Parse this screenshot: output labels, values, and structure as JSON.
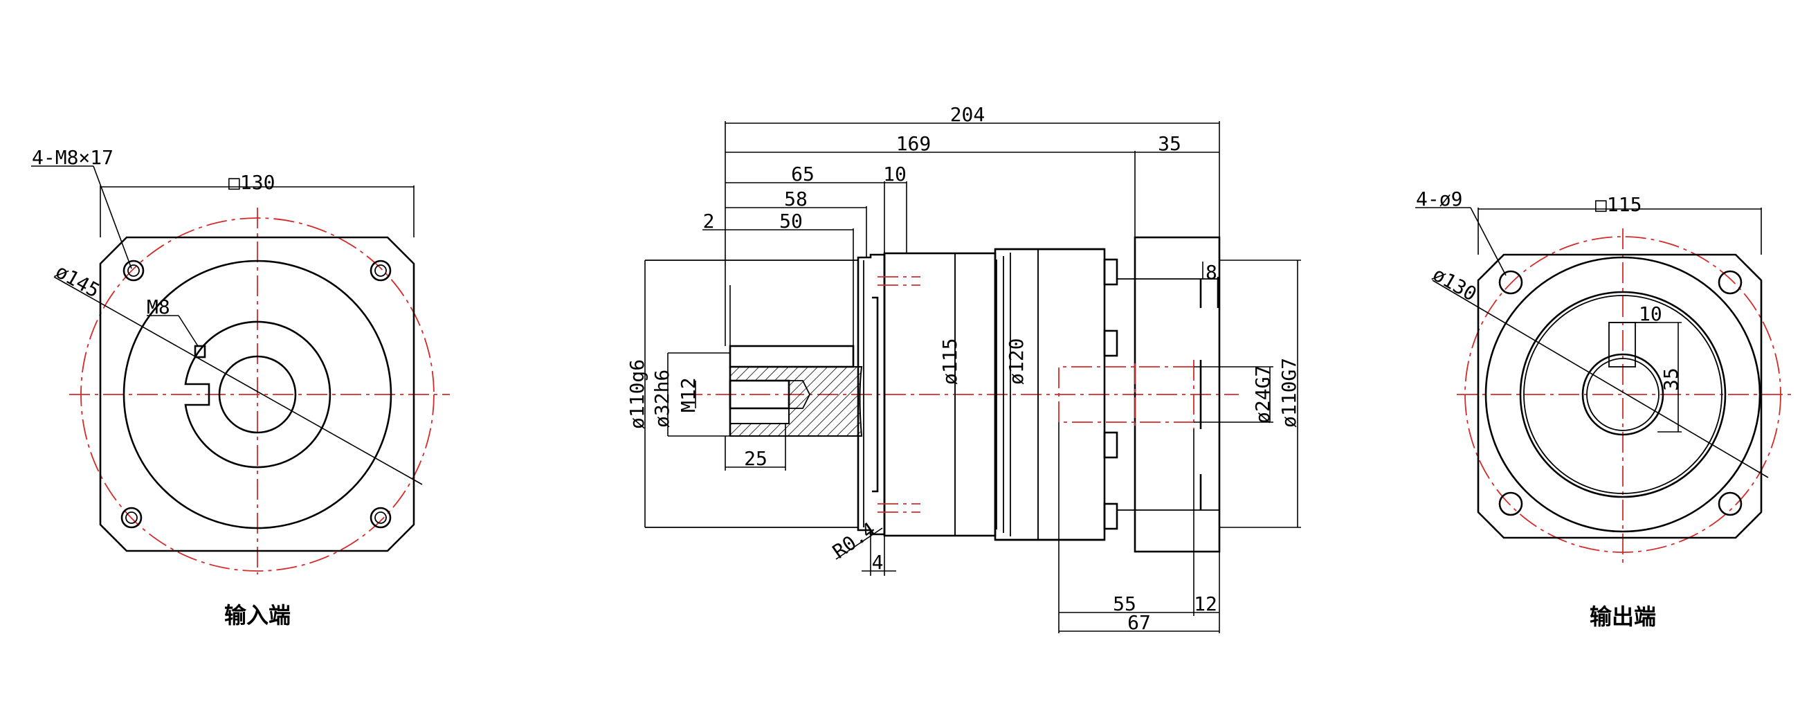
{
  "views": {
    "input": {
      "caption": "输入端",
      "holes": "4-M8×17",
      "square": "□130",
      "pcd": "ø145",
      "thread": "M8"
    },
    "side": {
      "overall": "204",
      "body": "169",
      "flange": "35",
      "d65": "65",
      "d10": "10",
      "d58": "58",
      "d50": "50",
      "d2": "2",
      "d25": "25",
      "d110g6": "ø110g6",
      "d32h6": "ø32h6",
      "m12": "M12",
      "d115": "ø115",
      "d120": "ø120",
      "d8": "8",
      "d24g7": "ø24G7",
      "d110g7": "ø110G7",
      "r04": "R0.4",
      "d4": "4",
      "d55": "55",
      "d12": "12",
      "d67": "67"
    },
    "output": {
      "caption": "输出端",
      "holes": "4-ø9",
      "square": "□115",
      "pcd": "ø130",
      "key": "10",
      "keyheight": "35"
    }
  }
}
